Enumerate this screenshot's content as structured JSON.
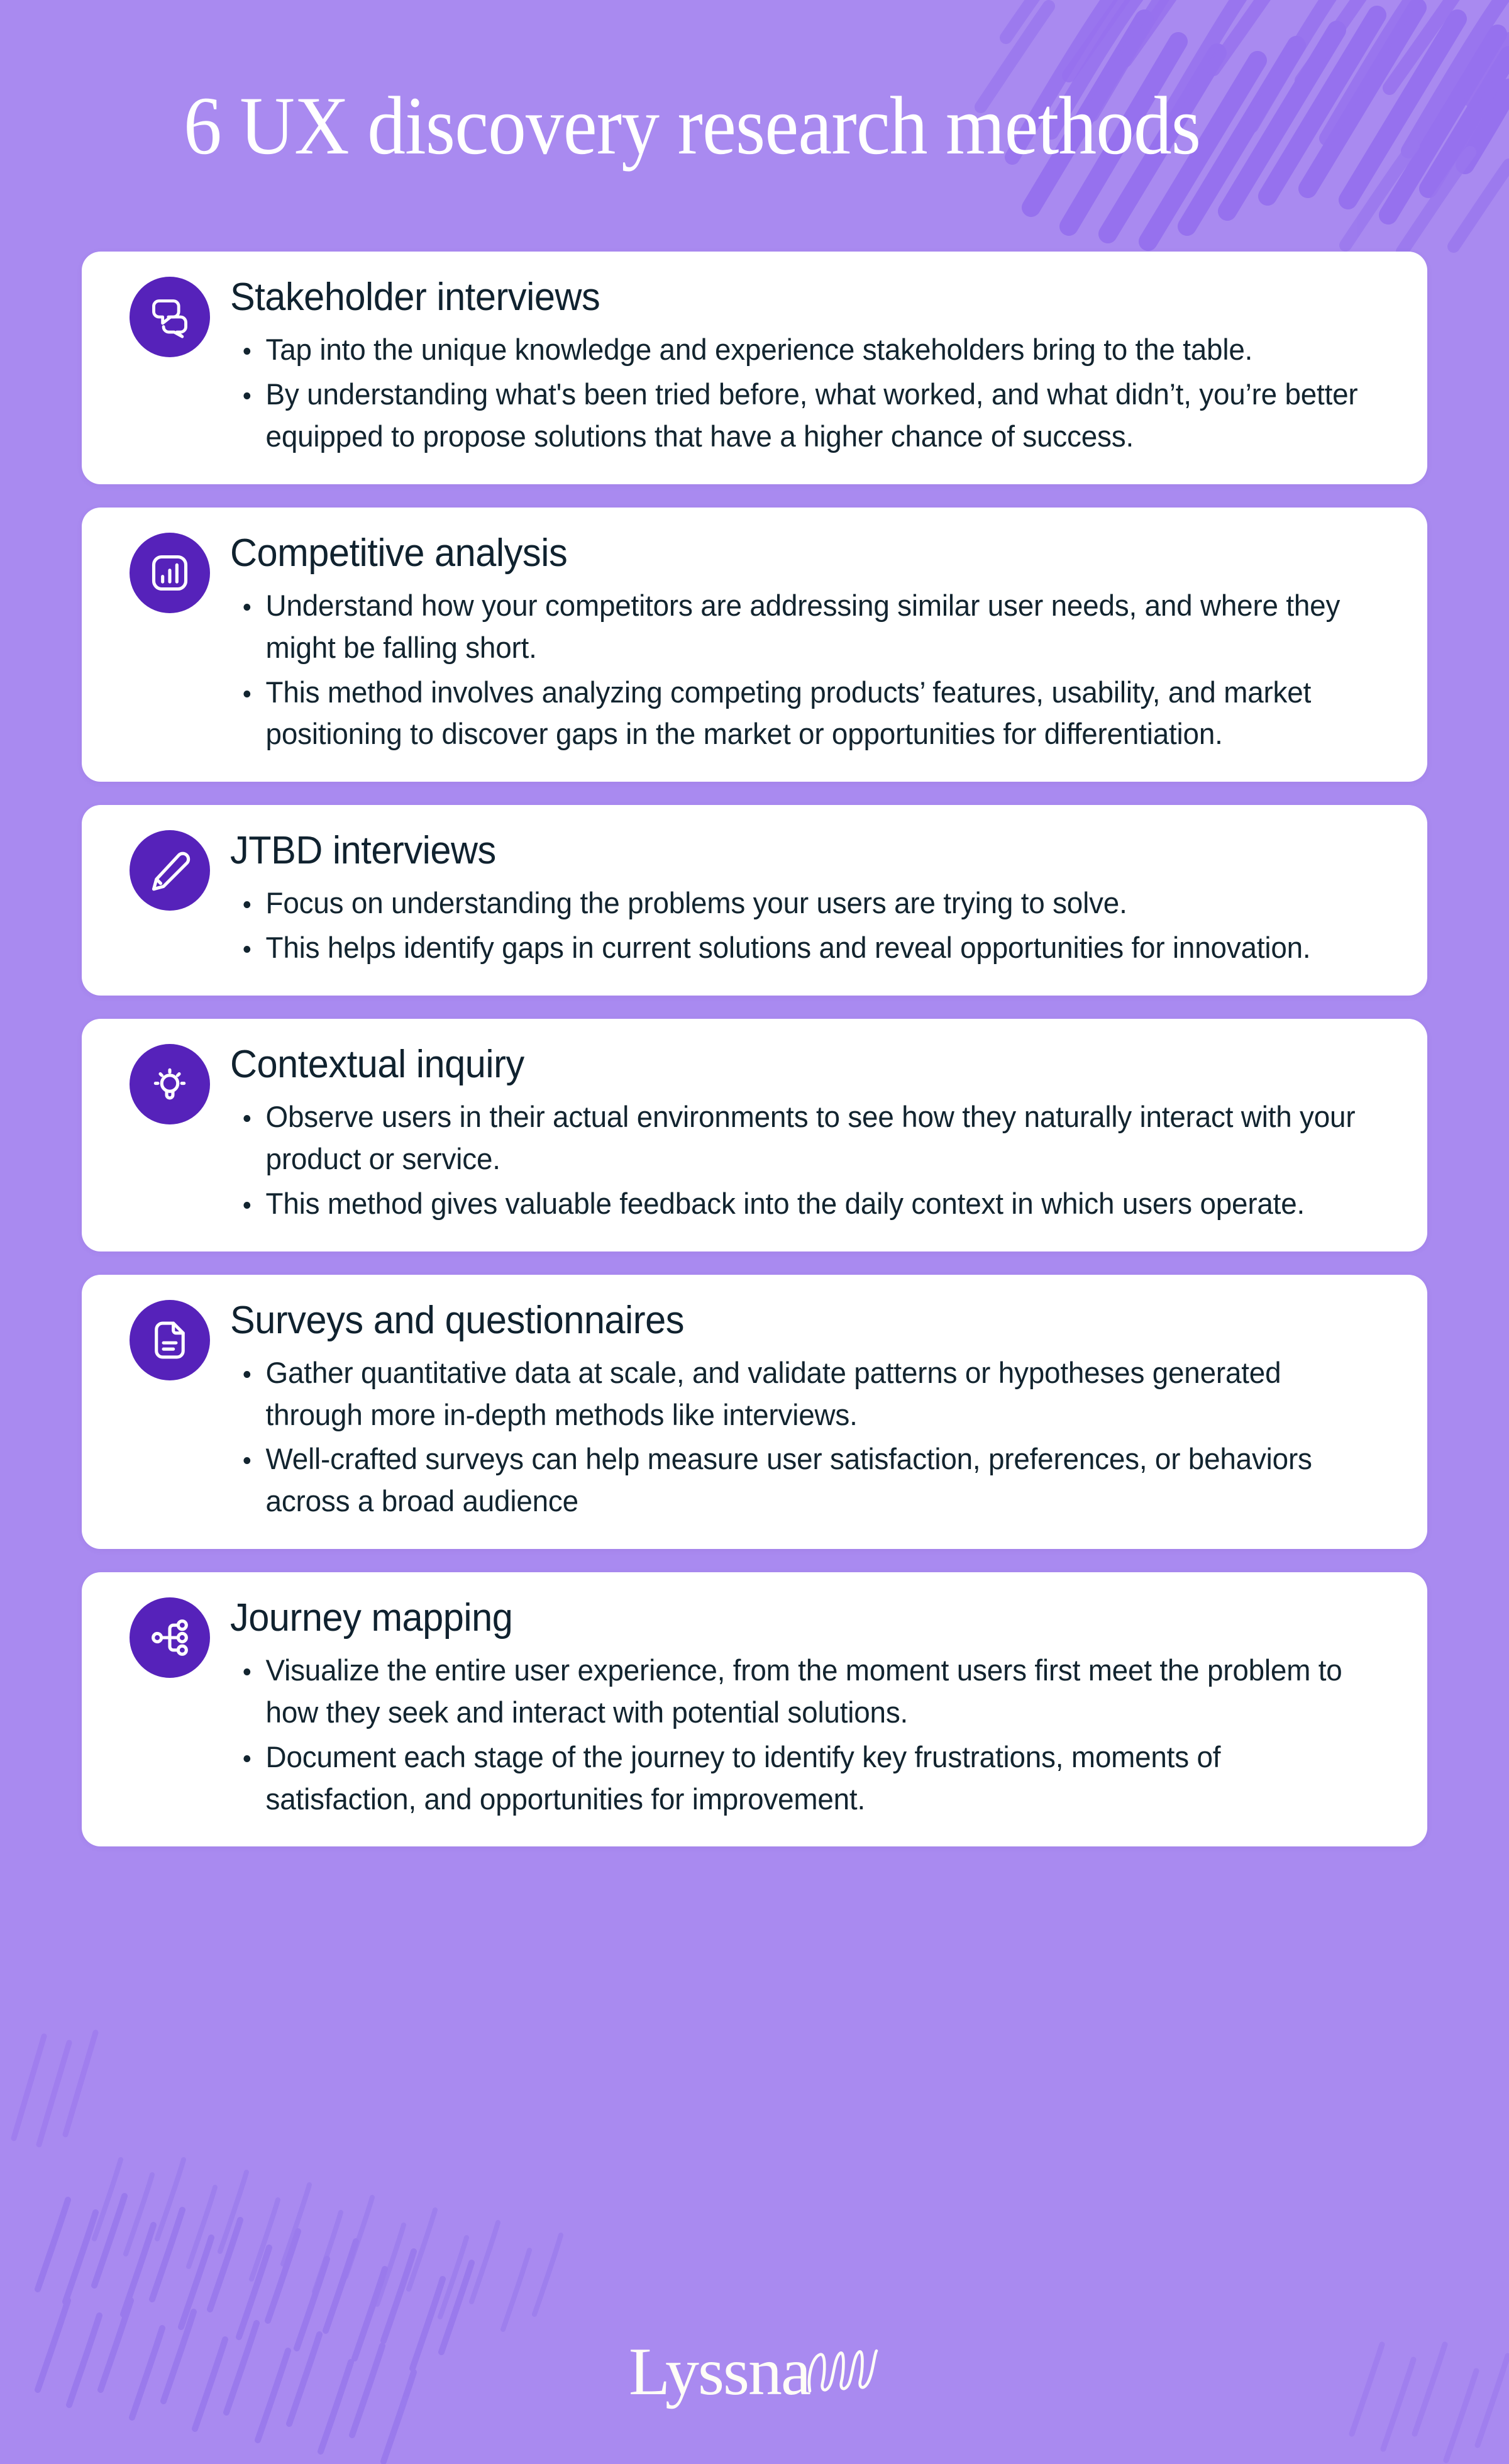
{
  "theme": {
    "background_purple": "#A98AF0",
    "scribble_purple": "#9571EC",
    "card_white": "#FFFFFF",
    "icon_circle_purple": "#5622BA",
    "text_dark": "#12242F",
    "title_white": "#FFFFFF",
    "logo_cream": "#FFFDF7"
  },
  "header": {
    "title": "6 UX discovery research methods"
  },
  "cards": [
    {
      "icon": "chat-bubbles-icon",
      "title": "Stakeholder interviews",
      "bullets": [
        "Tap into the unique knowledge and experience stakeholders bring to the table.",
        "By understanding what's been tried before, what worked, and what didn’t, you’re better equipped to propose solutions that have a higher chance of success."
      ]
    },
    {
      "icon": "bar-chart-icon",
      "title": "Competitive analysis",
      "bullets": [
        "Understand how your competitors are addressing similar user needs, and where they might be falling short.",
        "This method involves analyzing competing products’ features, usability, and market positioning to discover gaps in the market or opportunities for differentiation."
      ]
    },
    {
      "icon": "pencil-icon",
      "title": "JTBD interviews",
      "bullets": [
        "Focus on understanding the problems your users are trying to solve.",
        "This helps identify gaps in current solutions and reveal opportunities for innovation."
      ]
    },
    {
      "icon": "lightbulb-icon",
      "title": "Contextual inquiry",
      "bullets": [
        "Observe users in their actual environments to see how they naturally interact with your product or service.",
        "This method gives valuable feedback into the daily context in which users operate."
      ]
    },
    {
      "icon": "document-icon",
      "title": "Surveys and questionnaires",
      "bullets": [
        "Gather quantitative data at scale, and validate patterns or hypotheses generated through more in-depth methods like interviews.",
        "Well-crafted surveys can help measure user satisfaction, preferences, or behaviors across a broad audience"
      ]
    },
    {
      "icon": "branching-nodes-icon",
      "title": "Journey mapping",
      "bullets": [
        "Visualize the entire user experience, from the moment users first meet the problem to how they seek and interact with potential solutions.",
        "Document each stage of the journey to identify key frustrations, moments of satisfaction, and opportunities for improvement."
      ]
    }
  ],
  "footer": {
    "brand": "Lyssna"
  }
}
